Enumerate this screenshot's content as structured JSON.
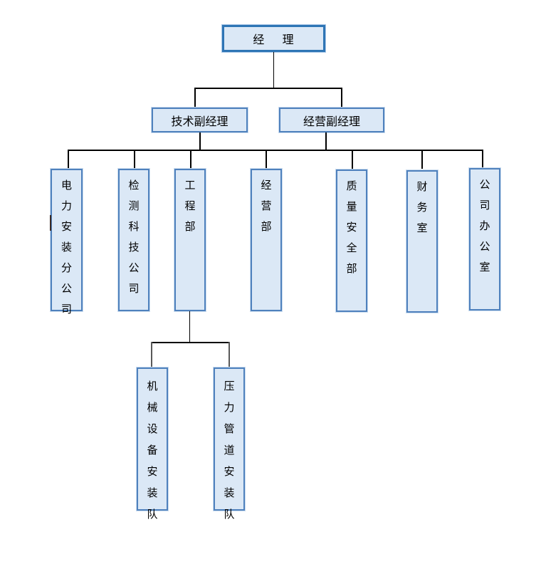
{
  "org_chart": {
    "type": "organization-diagram",
    "root": {
      "label": "经    理"
    },
    "deputies": [
      {
        "id": "tech",
        "label": "技术副经理",
        "reports_to": "root"
      },
      {
        "id": "biz",
        "label": "经营副经理",
        "reports_to": "root"
      }
    ],
    "departments": [
      {
        "id": "power-install",
        "label": "电力安装分公司"
      },
      {
        "id": "testing-tech",
        "label": "检测科技公司"
      },
      {
        "id": "engineering",
        "label": "工程部"
      },
      {
        "id": "operations",
        "label": "经营部"
      },
      {
        "id": "quality-safety",
        "label": "质量安全部"
      },
      {
        "id": "finance",
        "label": "财务室"
      },
      {
        "id": "company-office",
        "label": "公司办公室"
      }
    ],
    "teams": [
      {
        "id": "mechanical-team",
        "label": "机械设备安装队",
        "reports_to": "engineering"
      },
      {
        "id": "pipeline-team",
        "label": "压力管道安装队",
        "reports_to": "engineering"
      }
    ]
  },
  "colors": {
    "fill": "#dbe8f6",
    "border": "#4f81bd",
    "rootBorder": "#2e75b5",
    "line": "#000000",
    "grayLine": "#595959"
  }
}
